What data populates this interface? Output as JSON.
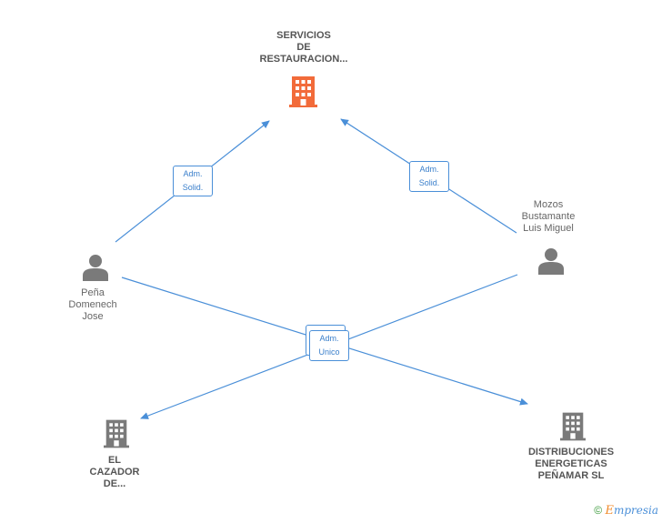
{
  "nodes": {
    "servicios": {
      "lines": [
        "SERVICIOS",
        "DE",
        "RESTAURACION..."
      ]
    },
    "mozos": {
      "lines": [
        "Mozos",
        "Bustamante",
        "Luis Miguel"
      ]
    },
    "pena": {
      "lines": [
        "Peña",
        "Domenech",
        "Jose"
      ]
    },
    "cazador": {
      "lines": [
        "EL",
        "CAZADOR",
        "DE..."
      ]
    },
    "distribuciones": {
      "lines": [
        "DISTRIBUCIONES",
        "ENERGETICAS",
        "PEÑAMAR  SL"
      ]
    }
  },
  "edges": {
    "pena_servicios": {
      "lines": [
        "Adm.",
        "Solid."
      ]
    },
    "mozos_servicios": {
      "lines": [
        "Adm.",
        "Solid."
      ]
    },
    "center": {
      "lines": [
        "Adm.",
        "Unico"
      ]
    }
  },
  "footer": {
    "symbol": "©",
    "brand_first": "E",
    "brand_rest": "mpresia"
  },
  "colors": {
    "highlight_building": "#f26b3a",
    "building": "#7a7a7a",
    "person": "#7a7a7a",
    "edge": "#4a8fd8"
  },
  "icons": {
    "company": "building-icon",
    "person": "person-icon"
  }
}
